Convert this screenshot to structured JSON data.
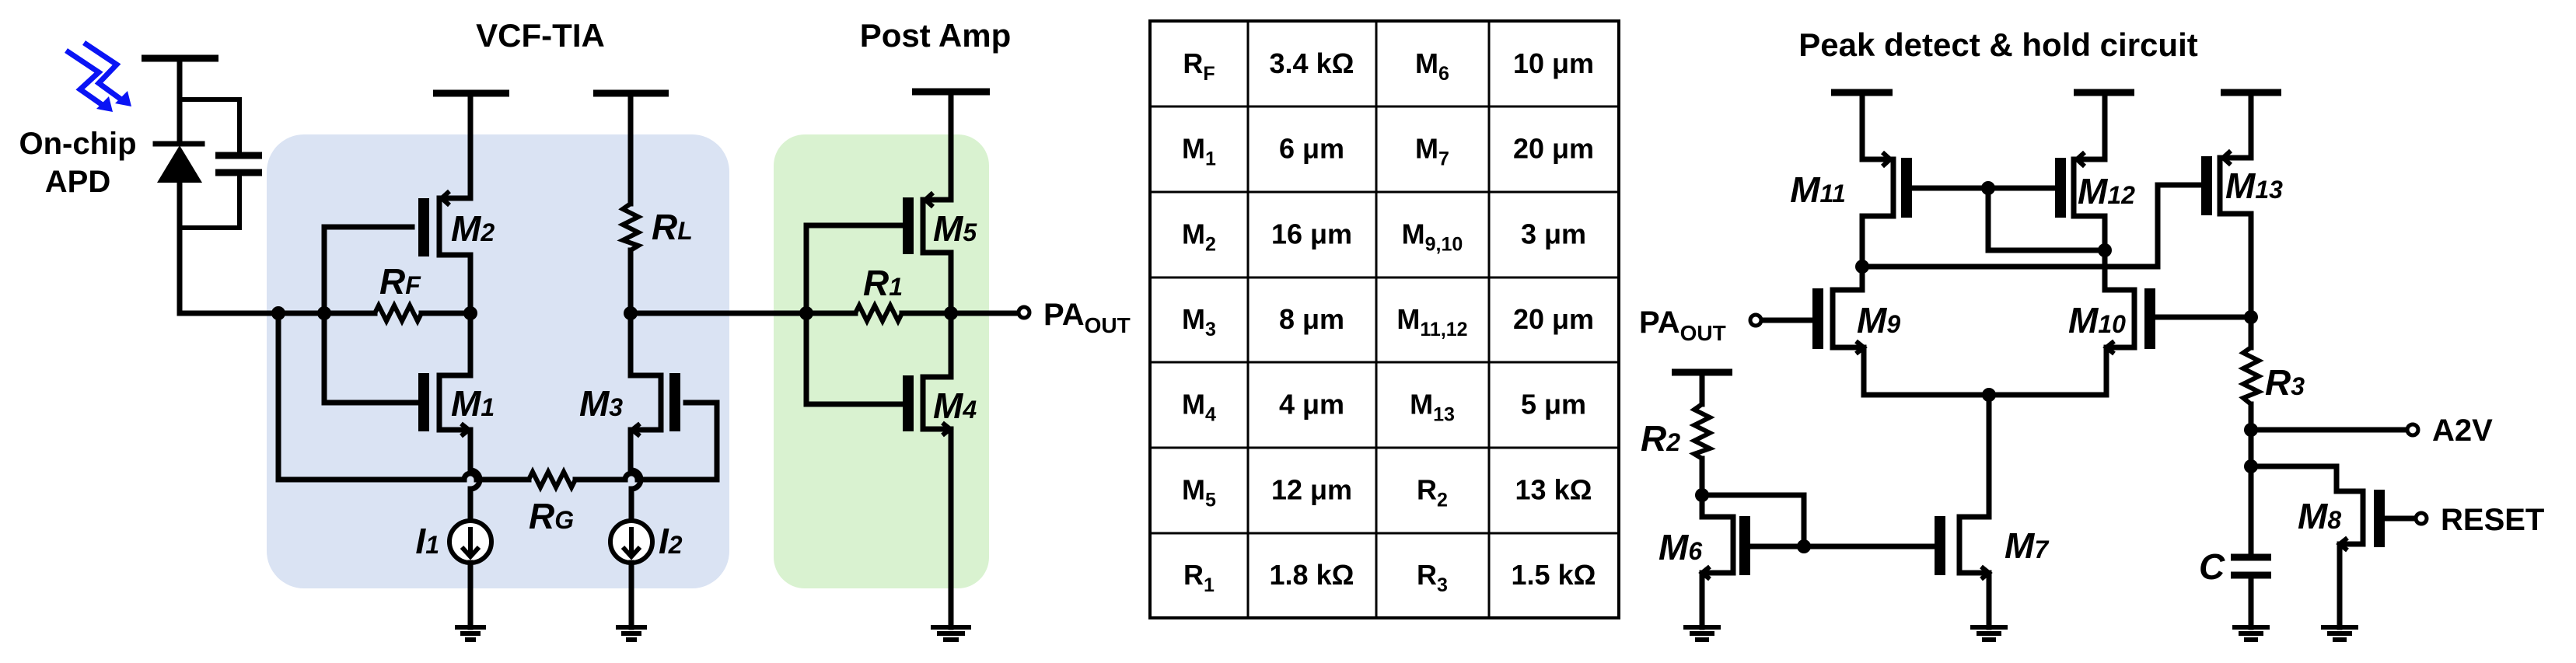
{
  "blocks": {
    "vcf_tia": {
      "title": "VCF-TIA",
      "fill": "#dae3f3"
    },
    "post_amp": {
      "title": "Post Amp",
      "fill": "#d9f2d0"
    },
    "peak_detect": {
      "title": "Peak detect & hold circuit"
    }
  },
  "photodiode": {
    "label_line1": "On-chip",
    "label_line2": "APD",
    "light_color": "#0a14f5"
  },
  "components": {
    "RF": {
      "main": "R",
      "sub": "F"
    },
    "RL": {
      "main": "R",
      "sub": "L"
    },
    "RG": {
      "main": "R",
      "sub": "G"
    },
    "R1": {
      "main": "R",
      "sub": "1"
    },
    "R2": {
      "main": "R",
      "sub": "2"
    },
    "R3": {
      "main": "R",
      "sub": "3"
    },
    "C": {
      "main": "C"
    },
    "I1": {
      "main": "I",
      "sub": "1"
    },
    "I2": {
      "main": "I",
      "sub": "2"
    },
    "M1": {
      "main": "M",
      "sub": "1"
    },
    "M2": {
      "main": "M",
      "sub": "2"
    },
    "M3": {
      "main": "M",
      "sub": "3"
    },
    "M4": {
      "main": "M",
      "sub": "4"
    },
    "M5": {
      "main": "M",
      "sub": "5"
    },
    "M6": {
      "main": "M",
      "sub": "6"
    },
    "M7": {
      "main": "M",
      "sub": "7"
    },
    "M8": {
      "main": "M",
      "sub": "8"
    },
    "M9": {
      "main": "M",
      "sub": "9"
    },
    "M10": {
      "main": "M",
      "sub": "10"
    },
    "M11": {
      "main": "M",
      "sub": "11"
    },
    "M12": {
      "main": "M",
      "sub": "12"
    },
    "M13": {
      "main": "M",
      "sub": "13"
    }
  },
  "ports": {
    "pa_out_1": {
      "main": "PA",
      "sub": "OUT"
    },
    "pa_out_2": {
      "main": "PA",
      "sub": "OUT"
    },
    "a2v": {
      "main": "A2V"
    },
    "reset": {
      "main": "RESET"
    }
  },
  "table": {
    "rows": [
      [
        {
          "m": "R",
          "s": "F"
        },
        {
          "v": "3.4 kΩ"
        },
        {
          "m": "M",
          "s": "6"
        },
        {
          "v": "10 μm"
        }
      ],
      [
        {
          "m": "M",
          "s": "1"
        },
        {
          "v": "6 μm"
        },
        {
          "m": "M",
          "s": "7"
        },
        {
          "v": "20 μm"
        }
      ],
      [
        {
          "m": "M",
          "s": "2"
        },
        {
          "v": "16 μm"
        },
        {
          "m": "M",
          "s": "9,10"
        },
        {
          "v": "3 μm"
        }
      ],
      [
        {
          "m": "M",
          "s": "3"
        },
        {
          "v": "8 μm"
        },
        {
          "m": "M",
          "s": "11,12"
        },
        {
          "v": "20 μm"
        }
      ],
      [
        {
          "m": "M",
          "s": "4"
        },
        {
          "v": "4 μm"
        },
        {
          "m": "M",
          "s": "13"
        },
        {
          "v": "5 μm"
        }
      ],
      [
        {
          "m": "M",
          "s": "5"
        },
        {
          "v": "12 μm"
        },
        {
          "m": "R",
          "s": "2"
        },
        {
          "v": "13 kΩ"
        }
      ],
      [
        {
          "m": "R",
          "s": "1"
        },
        {
          "v": "1.8 kΩ"
        },
        {
          "m": "R",
          "s": "3"
        },
        {
          "v": "1.5 kΩ"
        }
      ]
    ]
  }
}
